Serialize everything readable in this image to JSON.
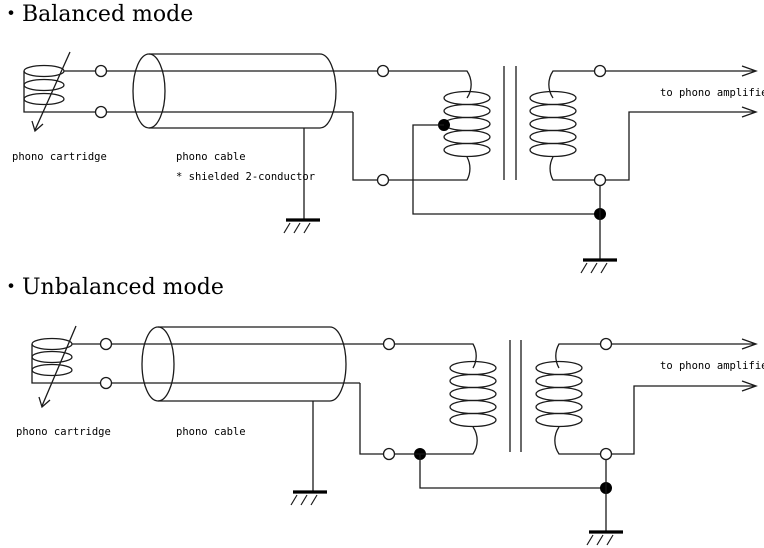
{
  "balanced": {
    "title": "・Balanced mode",
    "cartridge_label": "phono cartridge",
    "cable_label": "phono cable",
    "cable_note": "* shielded 2-conductor",
    "amp_label": "to phono amplifier"
  },
  "unbalanced": {
    "title": "・Unbalanced mode",
    "cartridge_label": "phono cartridge",
    "cable_label": "phono cable",
    "amp_label": "to phono amplifier"
  }
}
